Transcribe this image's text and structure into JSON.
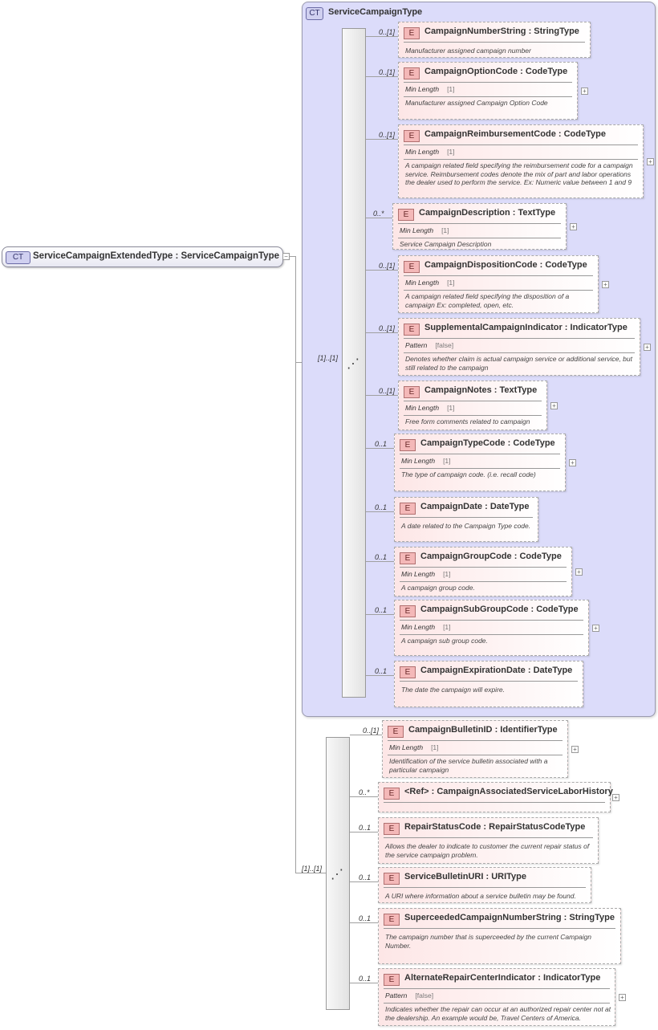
{
  "root": {
    "badge": "CT",
    "title": "ServiceCampaignExtendedType : ServiceCampaignType"
  },
  "group": {
    "badge": "CT",
    "title": "ServiceCampaignType",
    "seq_mult": "[1]..[1]"
  },
  "seq2_mult": "[1]..[1]",
  "icons": {
    "expand": "+",
    "sequence": "sequence-icon"
  },
  "elements1": [
    {
      "mult": "0..[1]",
      "name": "CampaignNumberString",
      "type": "StringType",
      "facet": "",
      "facet_val": "",
      "doc": "Manufacturer assigned campaign number"
    },
    {
      "mult": "0..[1]",
      "name": "CampaignOptionCode",
      "type": "CodeType",
      "facet": "Min Length",
      "facet_val": "[1]",
      "doc": "Manufacturer assigned Campaign Option Code"
    },
    {
      "mult": "0..[1]",
      "name": "CampaignReimbursementCode",
      "type": "CodeType",
      "facet": "Min Length",
      "facet_val": "[1]",
      "doc": "A campaign related field specifying the reimbursement code for a campaign service. Reimbursement codes denote the mix of part and labor operations the dealer used to perform the service. Ex: Numeric value between 1 and 9"
    },
    {
      "mult": "0..*",
      "name": "CampaignDescription",
      "type": "TextType",
      "facet": "Min Length",
      "facet_val": "[1]",
      "doc": "Service Campaign Description"
    },
    {
      "mult": "0..[1]",
      "name": "CampaignDispositionCode",
      "type": "CodeType",
      "facet": "Min Length",
      "facet_val": "[1]",
      "doc": "A campaign related field specifying the disposition of a campaign Ex: completed, open, etc."
    },
    {
      "mult": "0..[1]",
      "name": "SupplementalCampaignIndicator",
      "type": "IndicatorType",
      "facet": "Pattern",
      "facet_val": "[false]",
      "doc": "Denotes whether claim is actual campaign service or additional service, but still related to the campaign"
    },
    {
      "mult": "0..[1]",
      "name": "CampaignNotes",
      "type": "TextType",
      "facet": "Min Length",
      "facet_val": "[1]",
      "doc": "Free form comments related to campaign"
    },
    {
      "mult": "0..1",
      "name": "CampaignTypeCode",
      "type": "CodeType",
      "facet": "Min Length",
      "facet_val": "[1]",
      "doc": "The type of campaign code. (i.e. recall code)"
    },
    {
      "mult": "0..1",
      "name": "CampaignDate",
      "type": "DateType",
      "facet": "",
      "facet_val": "",
      "doc": "A date related to the Campaign Type code."
    },
    {
      "mult": "0..1",
      "name": "CampaignGroupCode",
      "type": "CodeType",
      "facet": "Min Length",
      "facet_val": "[1]",
      "doc": "A campaign group code."
    },
    {
      "mult": "0..1",
      "name": "CampaignSubGroupCode",
      "type": "CodeType",
      "facet": "Min Length",
      "facet_val": "[1]",
      "doc": "A campaign sub group code."
    },
    {
      "mult": "0..1",
      "name": "CampaignExpirationDate",
      "type": "DateType",
      "facet": "",
      "facet_val": "",
      "doc": "The date the campaign will expire."
    }
  ],
  "elements2": [
    {
      "mult": "0..[1]",
      "name": "CampaignBulletinID",
      "type": "IdentifierType",
      "facet": "Min Length",
      "facet_val": "[1]",
      "doc": "Identification of the service bulletin associated with a particular campaign"
    },
    {
      "mult": "0..*",
      "name": "<Ref>",
      "type": "CampaignAssociatedServiceLaborHistory",
      "facet": "",
      "facet_val": "",
      "doc": ""
    },
    {
      "mult": "0..1",
      "name": "RepairStatusCode",
      "type": "RepairStatusCodeType",
      "facet": "",
      "facet_val": "",
      "doc": "Allows the dealer  to indicate to customer the current repair status of the service campaign problem."
    },
    {
      "mult": "0..1",
      "name": "ServiceBulletinURI",
      "type": "URIType",
      "facet": "",
      "facet_val": "",
      "doc": "A URI where information about a service bulletin may be found."
    },
    {
      "mult": "0..1",
      "name": "SuperceededCampaignNumberString",
      "type": "StringType",
      "facet": "",
      "facet_val": "",
      "doc": "The campaign number that is superceeded by the current Campaign Number."
    },
    {
      "mult": "0..1",
      "name": "AlternateRepairCenterIndicator",
      "type": "IndicatorType",
      "facet": "Pattern",
      "facet_val": "[false]",
      "doc": "Indicates whether the repair can occur at an authorized repair center not at the dealership. An example would be, Travel Centers of America."
    }
  ]
}
